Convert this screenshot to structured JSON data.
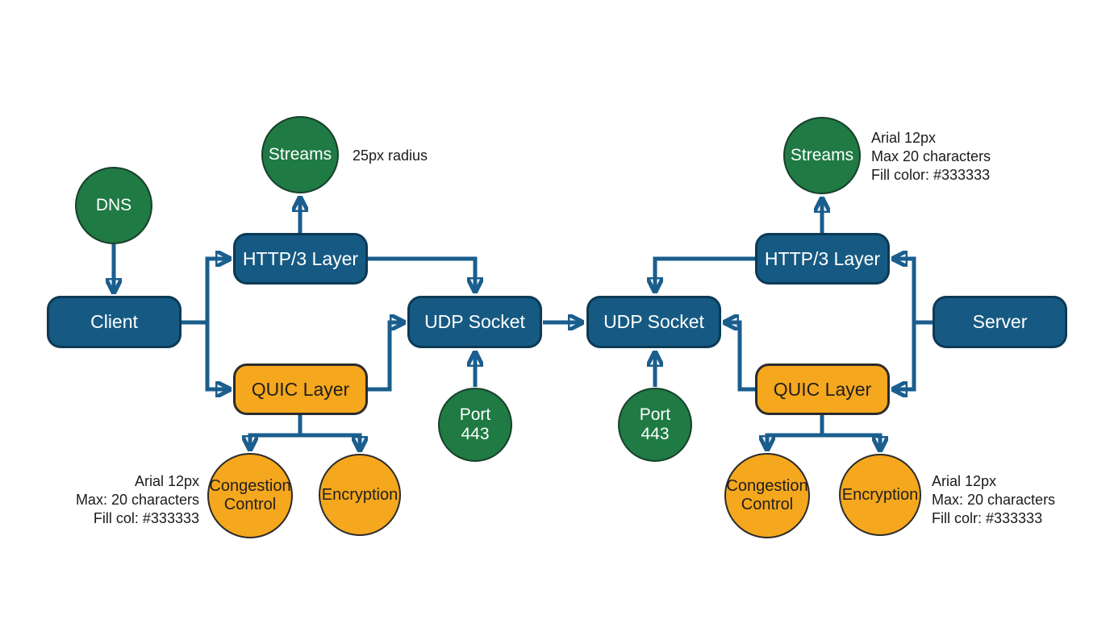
{
  "colors": {
    "node_blue": "#165A83",
    "node_green": "#1F7A44",
    "node_orange": "#F5A71D",
    "arrow_blue": "#1A5E8E",
    "label_light": "#FFFFFF",
    "label_dark": "#1F1F1F",
    "annotation_text": "#1A1A1A",
    "background": "#FFFFFF"
  },
  "left": {
    "dns": "DNS",
    "client": "Client",
    "streams": "Streams",
    "http3": "HTTP/3 Layer",
    "quic": "QUIC Layer",
    "udp": "UDP Socket",
    "port": "Port\n443",
    "congestion": "Congestion\nControl",
    "encryption": "Encryption"
  },
  "right": {
    "streams": "Streams",
    "http3": "HTTP/3 Layer",
    "server": "Server",
    "quic": "QUIC Layer",
    "udp": "UDP Socket",
    "port": "Port\n443",
    "congestion": "Congestion\nControl",
    "encryption": "Encryption"
  },
  "annotations": {
    "streams_left_note": "25px radius",
    "streams_right_note": "Arial 12px\nMax 20 characters\nFill color: #333333",
    "quic_left_note": "Arial 12px\nMax: 20 characters\nFill col: #333333",
    "quic_right_note": "Arial 12px\nMax: 20 characters\nFill colr: #333333"
  }
}
